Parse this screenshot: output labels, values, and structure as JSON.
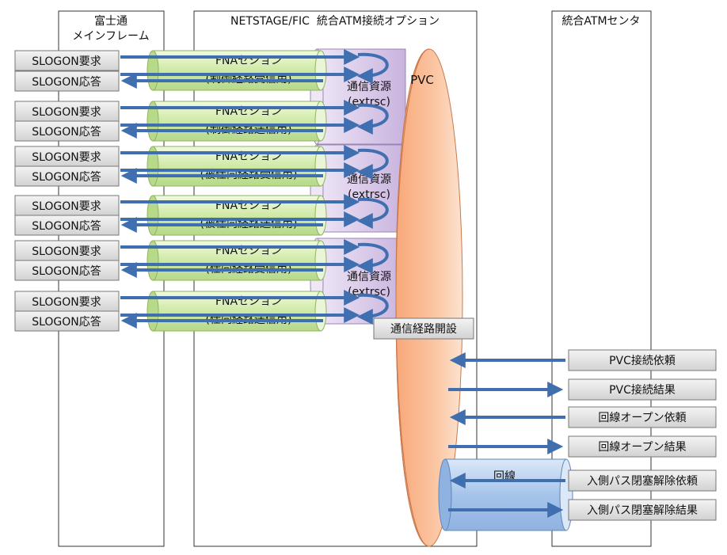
{
  "columns": {
    "mainframe": [
      "富士通",
      "メインフレーム"
    ],
    "option": "NETSTAGE/FIC  統合ATM接続オプション",
    "center": "統合ATMセンタ"
  },
  "sessions": [
    {
      "req": "SLOGON要求",
      "resp": "SLOGON応答",
      "title": "FNAセション",
      "sub": "(制御経路受信用)"
    },
    {
      "req": "SLOGON要求",
      "resp": "SLOGON応答",
      "title": "FNAセション",
      "sub": "(制御経路送信用)"
    },
    {
      "req": "SLOGON要求",
      "resp": "SLOGON応答",
      "title": "FNAセション",
      "sub": "(被仕向経路受信用)"
    },
    {
      "req": "SLOGON要求",
      "resp": "SLOGON応答",
      "title": "FNAセション",
      "sub": "(被仕向経路送信用)"
    },
    {
      "req": "SLOGON要求",
      "resp": "SLOGON応答",
      "title": "FNAセション",
      "sub": "(仕向経路受信用)"
    },
    {
      "req": "SLOGON要求",
      "resp": "SLOGON応答",
      "title": "FNAセション",
      "sub": "(仕向経路送信用)"
    }
  ],
  "resources": [
    {
      "title": "通信資源",
      "sub": "(extrsc)"
    },
    {
      "title": "通信資源",
      "sub": "(extrsc)"
    },
    {
      "title": "通信資源",
      "sub": "(extrsc)"
    }
  ],
  "pvc_label": "PVC",
  "route_open": "通信経路開設",
  "line_label": "回線",
  "center_messages": [
    "PVC接続依頼",
    "PVC接続結果",
    "回線オープン依頼",
    "回線オープン結果",
    "入側パス閉塞解除依頼",
    "入側パス閉塞解除結果"
  ],
  "colors": {
    "arrow": "#3f6faf",
    "session_fill": "#d3ecae",
    "resource_fill": "#d8c9e6",
    "pvc_fill": "#f9b890",
    "line_fill": "#a9c6ea",
    "msg_box": "#dcdcdc"
  }
}
